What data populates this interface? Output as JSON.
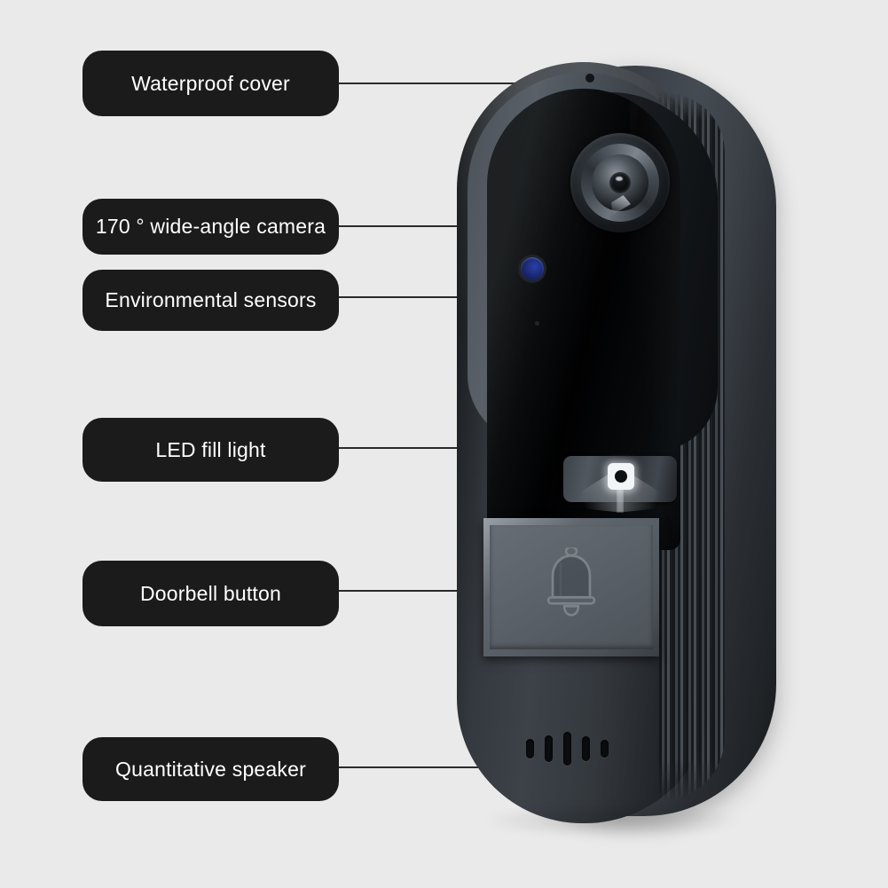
{
  "page": {
    "title": "Video doorbell — annotated feature diagram",
    "background_color": "#eaeaea"
  },
  "colors": {
    "callout_background": "#1b1b1b",
    "callout_text": "#ffffff",
    "leader_line": "#2b2b2b",
    "device_body": "#2b3036",
    "device_face": "#06080a",
    "button_plate": "#5d636a",
    "sensor_blue": "#2b3fa8",
    "led_white": "#f2f5f8"
  },
  "callouts": [
    {
      "id": "waterproof-cover",
      "label": "Waterproof cover"
    },
    {
      "id": "wide-angle-camera",
      "label": "170 ° wide-angle camera"
    },
    {
      "id": "environmental-sensors",
      "label": "Environmental sensors"
    },
    {
      "id": "led-fill-light",
      "label": "LED fill light"
    },
    {
      "id": "doorbell-button",
      "label": "Doorbell button"
    },
    {
      "id": "quantitative-speaker",
      "label": "Quantitative speaker"
    }
  ],
  "device": {
    "name": "video-doorbell",
    "parts": [
      "waterproof-cover",
      "camera-lens",
      "environmental-sensor",
      "led-fill-light",
      "doorbell-button",
      "speaker-grille"
    ],
    "speaker_slot_count": 5
  }
}
